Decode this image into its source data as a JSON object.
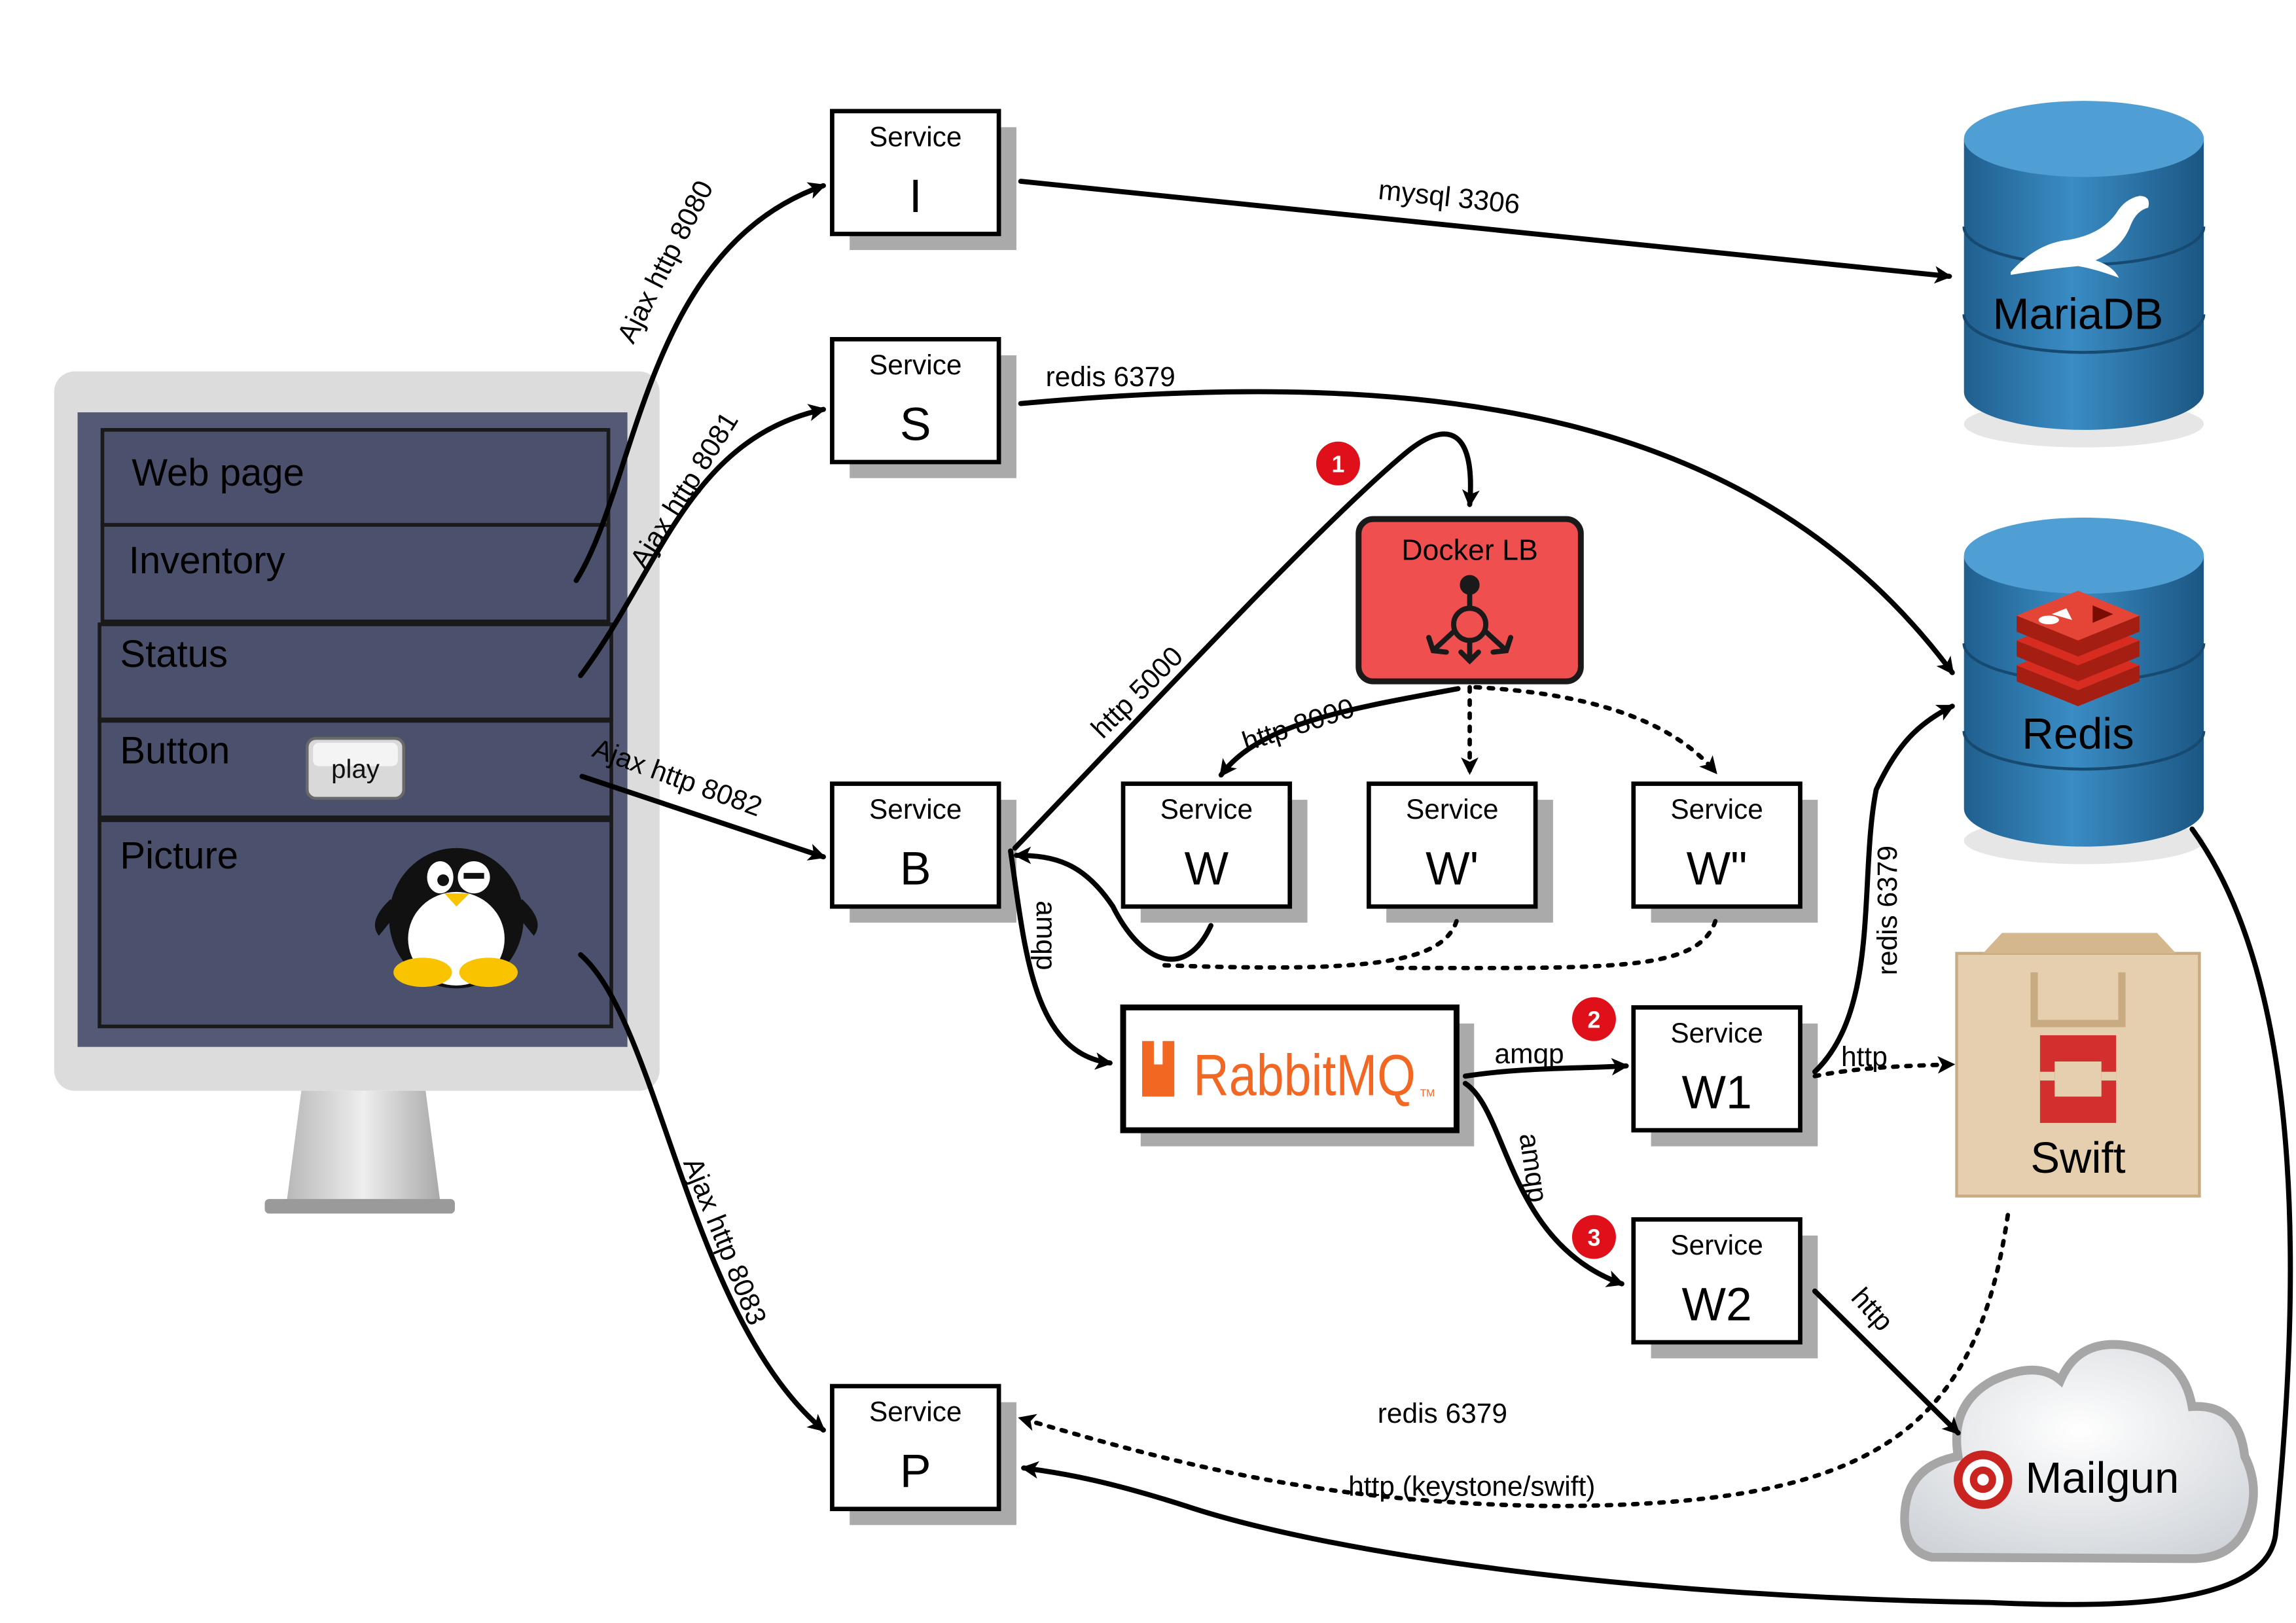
{
  "browser": {
    "rows": [
      "Web page",
      "Inventory",
      "Status",
      "Button",
      "Picture"
    ],
    "play_label": "play"
  },
  "services": {
    "i": {
      "caption": "Service",
      "name": "I"
    },
    "s": {
      "caption": "Service",
      "name": "S"
    },
    "b": {
      "caption": "Service",
      "name": "B"
    },
    "w": {
      "caption": "Service",
      "name": "W"
    },
    "w_prime": {
      "caption": "Service",
      "name": "W'"
    },
    "w_dprime": {
      "caption": "Service",
      "name": "W\""
    },
    "w1": {
      "caption": "Service",
      "name": "W1"
    },
    "w2": {
      "caption": "Service",
      "name": "W2"
    },
    "p": {
      "caption": "Service",
      "name": "P"
    }
  },
  "docker_lb": {
    "label": "Docker LB"
  },
  "rabbitmq": {
    "logo_text": "RabbitMQ",
    "tm": "TM"
  },
  "stores": {
    "mariadb": "MariaDB",
    "redis": "Redis",
    "swift": "Swift",
    "mailgun": "Mailgun"
  },
  "badges": [
    "1",
    "2",
    "3"
  ],
  "edges": {
    "ajax_8080": "Ajax http 8080",
    "ajax_8081": "Ajax http 8081",
    "ajax_8082": "Ajax http 8082",
    "ajax_8083": "Ajax http 8083",
    "mysql": "mysql 3306",
    "redis_s": "redis 6379",
    "http_5000": "http 5000",
    "http_8090": "http 8090",
    "amqp_b": "amqp",
    "amqp_w1": "amqp",
    "amqp_w2": "amqp",
    "redis_w1": "redis 6379",
    "http_w1": "http",
    "http_w2": "http",
    "redis_p": "redis 6379",
    "http_swift_p": "http (keystone/swift)"
  },
  "colors": {
    "monitor_frame": "#dcdcdc",
    "screen": "#545a75",
    "docker_lb": "#f04f4f",
    "rabbit_orange": "#f26722",
    "db_blue": "#2d78ad",
    "redis_red": "#d82c20",
    "badge_red": "#e0101a",
    "swift_bag": "#e6cfae",
    "penguin_yellow": "#f9c300"
  }
}
